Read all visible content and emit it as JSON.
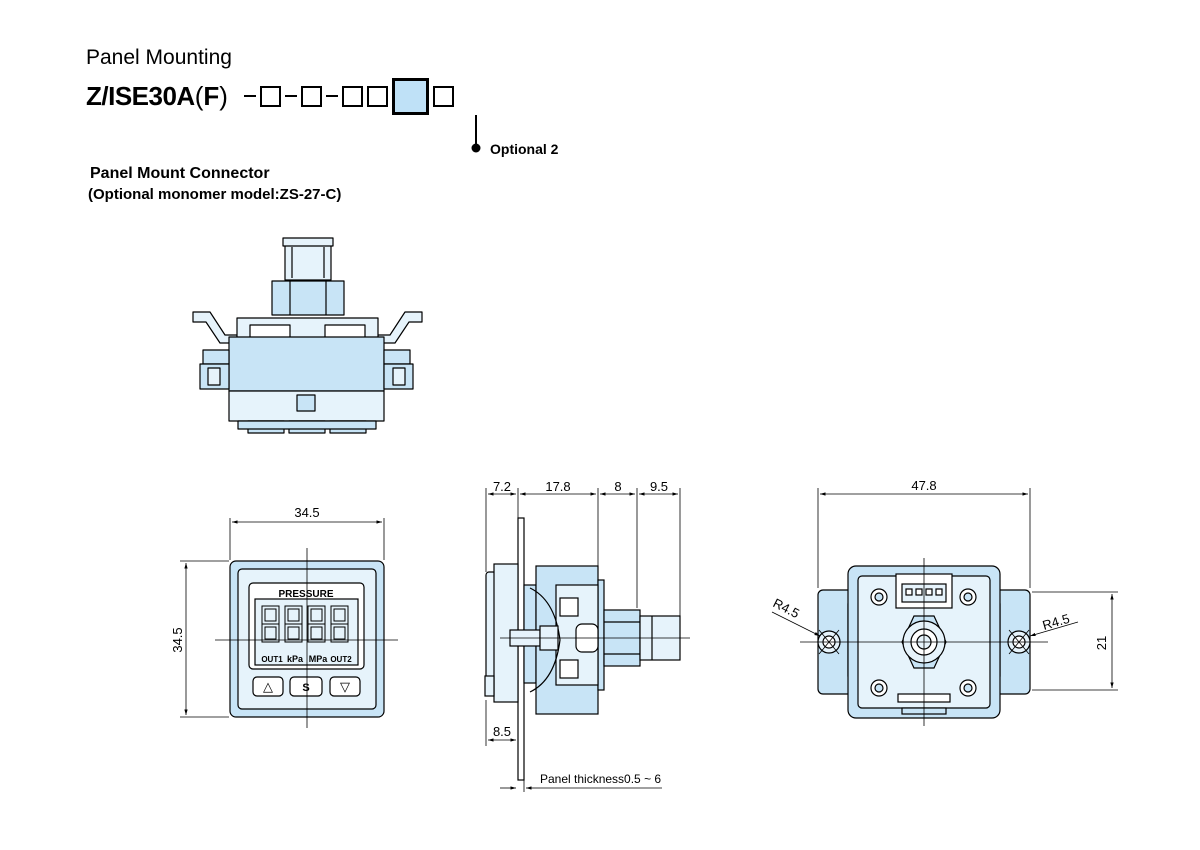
{
  "header": {
    "mount_type": "Panel Mounting",
    "model_prefix": "Z/ISE30A",
    "model_paren_open": "(",
    "model_letter": "F",
    "model_paren_close": ")",
    "optional_label": "Optional 2"
  },
  "section": {
    "title": "Panel Mount Connector",
    "subtitle": "(Optional monomer model:ZS-27-C)"
  },
  "front_view": {
    "display_caption": "PRESSURE",
    "digits": "8888",
    "indicators": [
      "OUT1",
      "kPa",
      "MPa",
      "OUT2"
    ],
    "buttons": [
      "△",
      "S",
      "▽"
    ],
    "width_dim": "34.5",
    "height_dim": "34.5"
  },
  "side_view": {
    "dims_top": [
      "7.2",
      "17.8",
      "8",
      "9.5"
    ],
    "dim_bottom": "8.5",
    "panel_thickness": "Panel thickness0.5 ~ 6"
  },
  "rear_view": {
    "width_dim": "47.8",
    "height_dim": "21",
    "radius_left": "R4.5",
    "radius_right": "R4.5"
  },
  "colors": {
    "part_fill": "#c8e4f6",
    "part_fill_light": "#e6f3fb",
    "outline": "#000000"
  }
}
